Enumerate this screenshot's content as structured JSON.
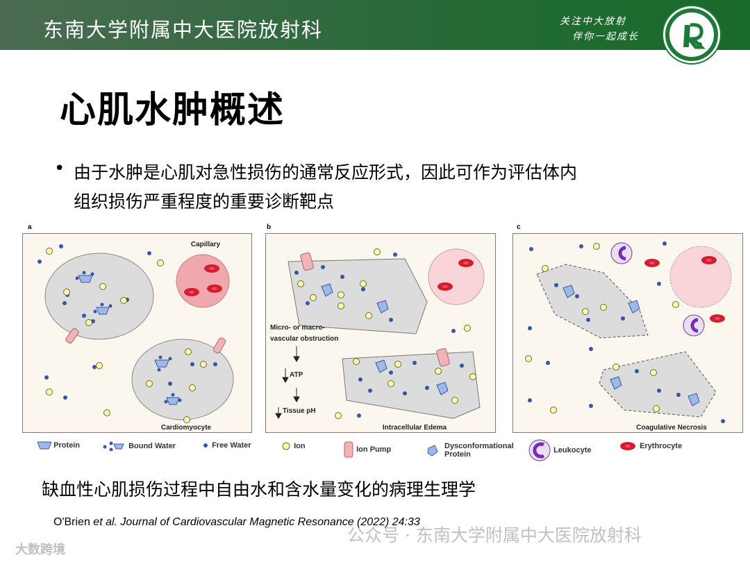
{
  "header": {
    "institution": "东南大学附属中大医院放射科",
    "slogan_line1": "关注中大放射",
    "slogan_line2": "伴你一起成长",
    "logo_icon": "hospital-logo-icon",
    "accent_color": "#1f6b30"
  },
  "slide": {
    "title": "心肌水肿概述",
    "bullet_line1": "由于水肿是心肌对急性损伤的通常反应形式，因此可作为评估体内",
    "bullet_line2": "组织损伤严重程度的重要诊断靶点"
  },
  "figure": {
    "panels": [
      {
        "letter": "a",
        "labels": {
          "capillary": "Capillary",
          "cell": "Cardiomyocyte"
        }
      },
      {
        "letter": "b",
        "labels": {
          "obstruction_1": "Micro- or macro-",
          "obstruction_2": "vascular obstruction",
          "atp": "ATP",
          "ph": "Tissue pH",
          "cell": "Intracellular Edema"
        }
      },
      {
        "letter": "c",
        "labels": {
          "cell": "Coagulative Necrosis"
        }
      }
    ],
    "legend": [
      {
        "label": "Protein"
      },
      {
        "label": "Bound Water"
      },
      {
        "label": "Free Water"
      },
      {
        "label": "Ion"
      },
      {
        "label": "Ion Pump"
      },
      {
        "label_1": "Dysconformational",
        "label_2": "Protein"
      },
      {
        "label": "Leukocyte"
      },
      {
        "label": "Erythrocyte"
      }
    ]
  },
  "caption": "缺血性心肌损伤过程中自由水和含水量变化的病理生理学",
  "reference": {
    "authors": "O'Brien ",
    "etal": "et al.",
    "journal": " Journal of Cardiovascular Magnetic Resonance",
    "year": " (2022) 24:33"
  },
  "watermark": "公众号 · 东南大学附属中大医院放射科",
  "corner_mark": "大数跨境"
}
